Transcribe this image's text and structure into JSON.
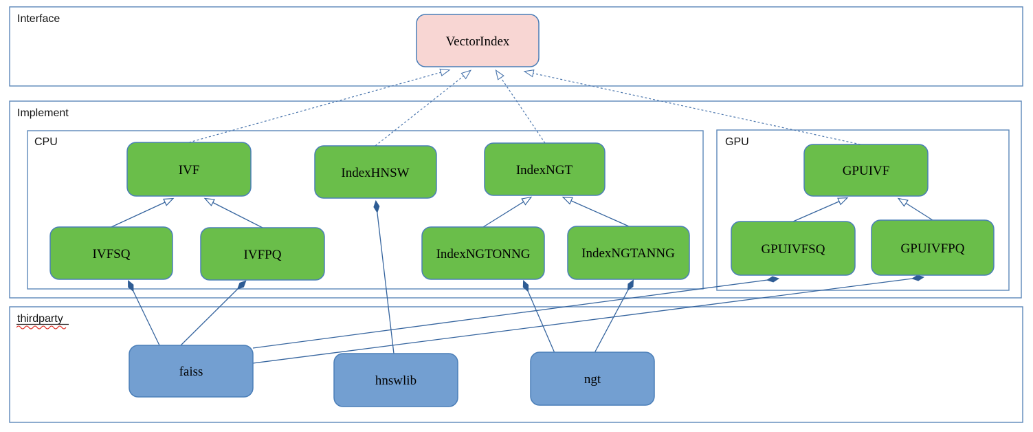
{
  "colors": {
    "node_green": "#6abe4a",
    "node_blue": "#739fd1",
    "node_pink": "#f8d6d3",
    "node_border": "#4a7eb8",
    "container_border": "#5b87ba",
    "connector": "#35649e",
    "connector_dashed": "#4b76ad",
    "diamond_fill": "#2e5c94",
    "spellcheck_wavy": "#e0281e",
    "text": "#000000"
  },
  "containers": {
    "interface": {
      "label": "Interface"
    },
    "implement": {
      "label": "Implement"
    },
    "cpu": {
      "label": "CPU"
    },
    "gpu": {
      "label": "GPU"
    },
    "thirdparty": {
      "label": "thirdparty"
    }
  },
  "nodes": {
    "vectorindex": {
      "label": "VectorIndex"
    },
    "ivf": {
      "label": "IVF"
    },
    "indexhnsw": {
      "label": "IndexHNSW"
    },
    "indexngt": {
      "label": "IndexNGT"
    },
    "gpuivf": {
      "label": "GPUIVF"
    },
    "ivfsq": {
      "label": "IVFSQ"
    },
    "ivfpq": {
      "label": "IVFPQ"
    },
    "indexngtonng": {
      "label": "IndexNGTONNG"
    },
    "indexngtanng": {
      "label": "IndexNGTANNG"
    },
    "gpuivfsq": {
      "label": "GPUIVFSQ"
    },
    "gpuivfpq": {
      "label": "GPUIVFPQ"
    },
    "faiss": {
      "label": "faiss"
    },
    "hnswlib": {
      "label": "hnswlib"
    },
    "ngt": {
      "label": "ngt"
    }
  },
  "edges": {
    "realizes": [
      {
        "from": "IVF",
        "to": "VectorIndex",
        "style": "dashed-hollow-arrow"
      },
      {
        "from": "IndexHNSW",
        "to": "VectorIndex",
        "style": "dashed-hollow-arrow"
      },
      {
        "from": "IndexNGT",
        "to": "VectorIndex",
        "style": "dashed-hollow-arrow"
      },
      {
        "from": "GPUIVF",
        "to": "VectorIndex",
        "style": "dashed-hollow-arrow"
      }
    ],
    "inherits": [
      {
        "from": "IVFSQ",
        "to": "IVF",
        "style": "solid-hollow-arrow"
      },
      {
        "from": "IVFPQ",
        "to": "IVF",
        "style": "solid-hollow-arrow"
      },
      {
        "from": "IndexNGTONNG",
        "to": "IndexNGT",
        "style": "solid-hollow-arrow"
      },
      {
        "from": "IndexNGTANNG",
        "to": "IndexNGT",
        "style": "solid-hollow-arrow"
      },
      {
        "from": "GPUIVFSQ",
        "to": "GPUIVF",
        "style": "solid-hollow-arrow"
      },
      {
        "from": "GPUIVFPQ",
        "to": "GPUIVF",
        "style": "solid-hollow-arrow"
      }
    ],
    "composes": [
      {
        "from": "faiss",
        "to": "IVFSQ",
        "style": "solid-filled-diamond"
      },
      {
        "from": "faiss",
        "to": "IVFPQ",
        "style": "solid-filled-diamond"
      },
      {
        "from": "faiss",
        "to": "GPUIVFSQ",
        "style": "solid-filled-diamond"
      },
      {
        "from": "faiss",
        "to": "GPUIVFPQ",
        "style": "solid-filled-diamond"
      },
      {
        "from": "hnswlib",
        "to": "IndexHNSW",
        "style": "solid-filled-diamond"
      },
      {
        "from": "ngt",
        "to": "IndexNGTONNG",
        "style": "solid-filled-diamond"
      },
      {
        "from": "ngt",
        "to": "IndexNGTANNG",
        "style": "solid-filled-diamond"
      }
    ]
  }
}
